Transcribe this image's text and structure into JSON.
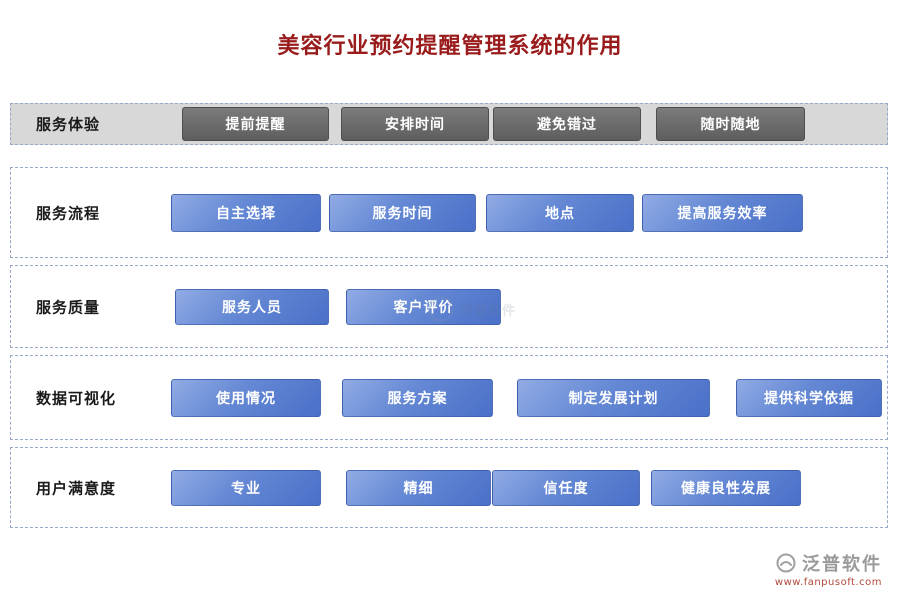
{
  "title": "美容行业预约提醒管理系统的作用",
  "rows": [
    {
      "label": "服务体验",
      "buttons": [
        "提前提醒",
        "安排时间",
        "避免错过",
        "随时随地"
      ]
    },
    {
      "label": "服务流程",
      "buttons": [
        "自主选择",
        "服务时间",
        "地点",
        "提高服务效率"
      ]
    },
    {
      "label": "服务质量",
      "buttons": [
        "服务人员",
        "客户评价"
      ]
    },
    {
      "label": "数据可视化",
      "buttons": [
        "使用情况",
        "服务方案",
        "制定发展计划",
        "提供科学依据"
      ]
    },
    {
      "label": "用户满意度",
      "buttons": [
        "专业",
        "精细",
        "信任度",
        "健康良性发展"
      ]
    }
  ],
  "watermark": {
    "text": "泛普软件"
  },
  "footer": {
    "brand": "泛普软件",
    "url": "www.fanpusoft.com"
  },
  "colors": {
    "title": "#991b1b",
    "band_background": "#d8d8d8",
    "gray_button": "#6a6a6a",
    "blue_button_start": "#91abe4",
    "blue_button_end": "#4a70c8",
    "dashed_border": "#99a8c9"
  }
}
